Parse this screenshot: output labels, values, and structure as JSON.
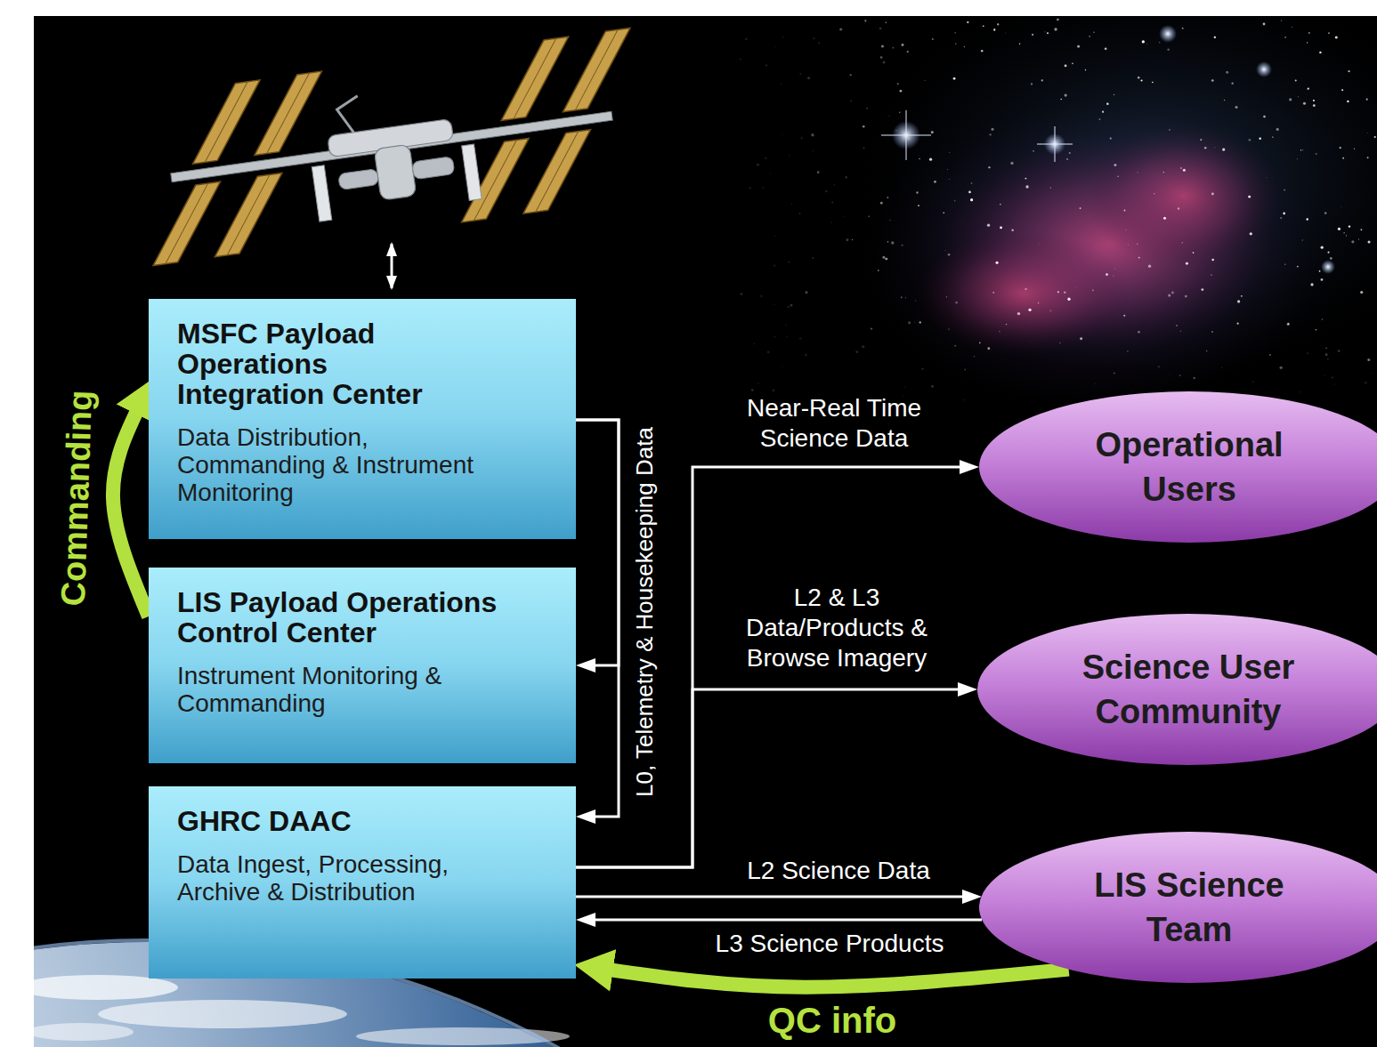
{
  "diagram": {
    "nodes": [
      {
        "text": [
          "MSFC Payload Operations Integration Center",
          "Data Distribution, Commanding & Instrument Monitoring"
        ]
      },
      {
        "text": [
          "LIS Payload Operations Control Center",
          "Instrument Monitoring & Commanding"
        ]
      },
      {
        "text": [
          "GHRC DAAC",
          "Data Ingest, Processing, Archive & Distribution"
        ]
      },
      {
        "text": [
          "Operational Users"
        ]
      },
      {
        "text": [
          "Science User Community"
        ]
      },
      {
        "text": [
          "LIS Science Team"
        ]
      }
    ],
    "edges": [
      {
        "from": 1,
        "to": 0,
        "label": "Commanding",
        "arrow": "to"
      },
      {
        "from": 0,
        "to": 1,
        "arrow": "to"
      },
      {
        "from": 0,
        "to": 2,
        "label": "L0, Telemetry & Housekeeping Data",
        "arrow": "to"
      },
      {
        "from": 2,
        "to": 3,
        "label": "Near-Real Time Science Data",
        "arrow": "to"
      },
      {
        "from": 2,
        "to": 4,
        "label": "L2 & L3 Data/Products & Browse Imagery",
        "arrow": "to"
      },
      {
        "from": 2,
        "to": 5,
        "label": "L2 Science Data",
        "arrow": "to"
      },
      {
        "from": 5,
        "to": 2,
        "label": "L3 Science Products",
        "arrow": "to"
      },
      {
        "from": 5,
        "to": 2,
        "label": "QC info",
        "arrow": "to"
      }
    ]
  }
}
